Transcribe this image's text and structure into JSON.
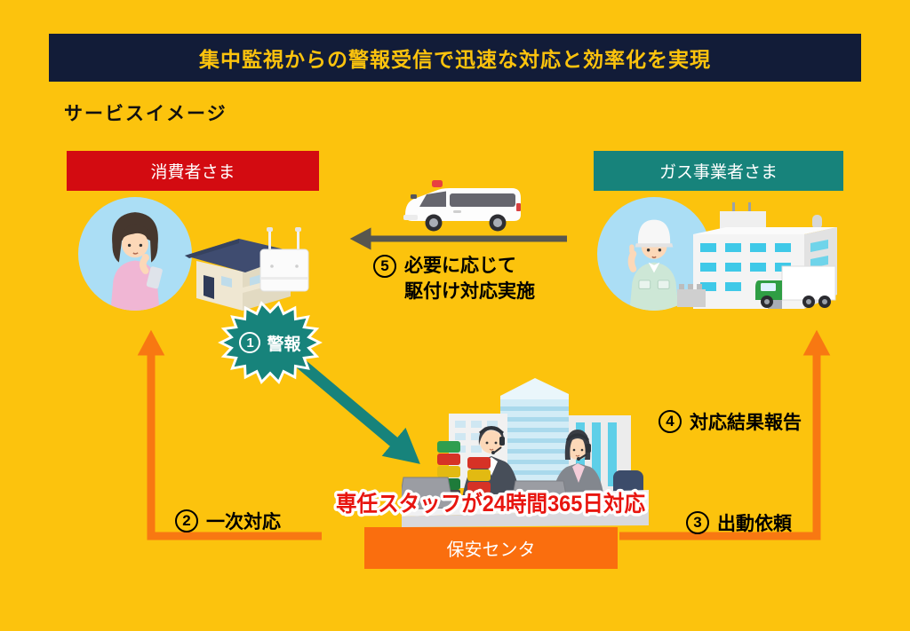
{
  "header": {
    "title": "集中監視からの警報受信で迅速な対応と効率化を実現"
  },
  "section_label": "サービスイメージ",
  "nodes": {
    "consumer": {
      "label": "消費者さま",
      "color": "#d30b11"
    },
    "gas_operator": {
      "label": "ガス事業者さま",
      "color": "#17837b"
    },
    "security_center": {
      "label": "保安センタ",
      "color": "#fa6e0e"
    }
  },
  "steps": {
    "alarm": {
      "num": "1",
      "text": "警報"
    },
    "primary_response": {
      "num": "2",
      "text": "一次対応"
    },
    "dispatch_request": {
      "num": "3",
      "text": "出動依頼"
    },
    "result_report": {
      "num": "4",
      "text": "対応結果報告"
    },
    "rush_response": {
      "num": "5",
      "line1": "必要に応じて",
      "line2": "駆付け対応実施"
    }
  },
  "banner": {
    "text": "専任スタッフが24時間365日対応",
    "color": "#e8150f"
  },
  "colors": {
    "background": "#fcc30d",
    "header_bg": "#121c38",
    "header_text": "#fcc30d",
    "arrow_orange": "#f87812",
    "arrow_gray": "#57564e",
    "arrow_teal": "#17837b",
    "avatar_circle": "#abdef5"
  }
}
